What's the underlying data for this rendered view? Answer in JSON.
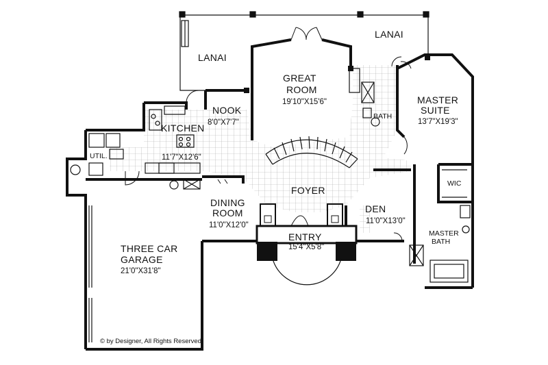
{
  "rooms": {
    "lanai_left": "LANAI",
    "lanai_right": "LANAI",
    "great_room": {
      "name1": "GREAT",
      "name2": "ROOM",
      "dim": "19'10\"X15'6\""
    },
    "nook": {
      "name": "NOOK",
      "dim": "8'0\"X7'7\""
    },
    "kitchen": {
      "name": "KITCHEN",
      "dim": "11'7\"X12'6\""
    },
    "util": "UTIL.",
    "bath": "BATH",
    "master_suite": {
      "name1": "MASTER",
      "name2": "SUITE",
      "dim": "13'7\"X19'3\""
    },
    "wic": "WIC",
    "master_bath": {
      "name1": "MASTER",
      "name2": "BATH"
    },
    "foyer": "FOYER",
    "dining_room": {
      "name1": "DINING",
      "name2": "ROOM",
      "dim": "11'0\"X12'0\""
    },
    "den": {
      "name": "DEN",
      "dim": "11'0\"X13'0\""
    },
    "entry": {
      "name": "ENTRY",
      "dim": "15'4\"X5'8\""
    },
    "garage": {
      "name1": "THREE CAR",
      "name2": "GARAGE",
      "dim": "21'0\"X31'8\""
    }
  },
  "copyright": "© by Designer, All Rights Reserved",
  "colors": {
    "wall": "#111111",
    "background": "#ffffff",
    "tile": "#9a9a9a"
  }
}
